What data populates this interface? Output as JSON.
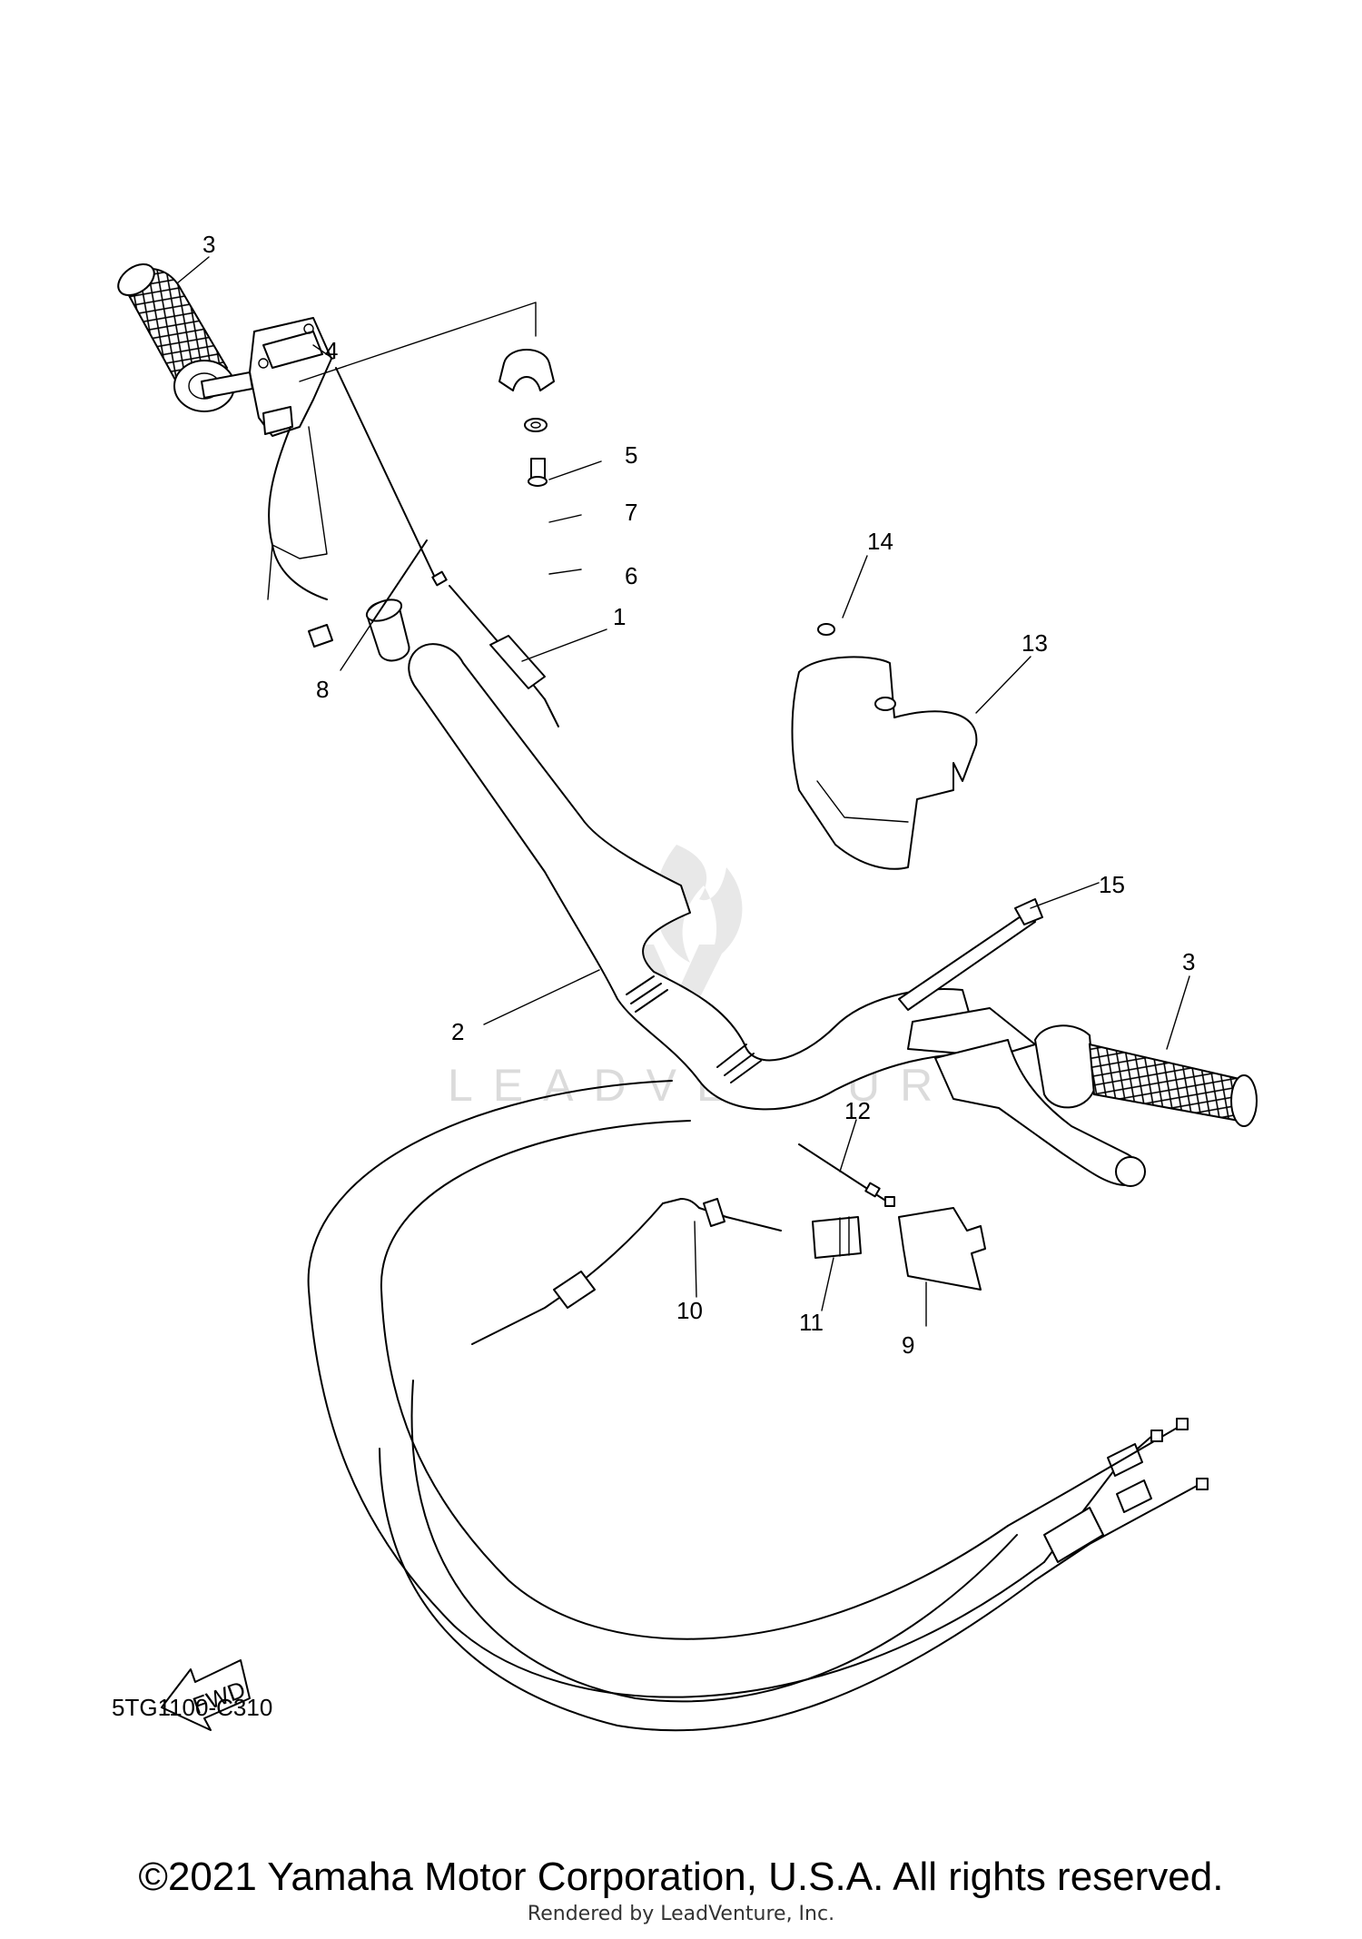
{
  "diagram": {
    "callouts": [
      "1",
      "2",
      "3",
      "3",
      "4",
      "5",
      "6",
      "7",
      "8",
      "9",
      "10",
      "11",
      "12",
      "13",
      "14",
      "15"
    ],
    "part_code": "5TG1100-C310",
    "fwd_label": "FWD",
    "watermark": "LEADVENTURE"
  },
  "footer": {
    "copyright": "©2021 Yamaha Motor Corporation, U.S.A. All rights reserved.",
    "rendered_by": "Rendered by LeadVenture, Inc."
  }
}
